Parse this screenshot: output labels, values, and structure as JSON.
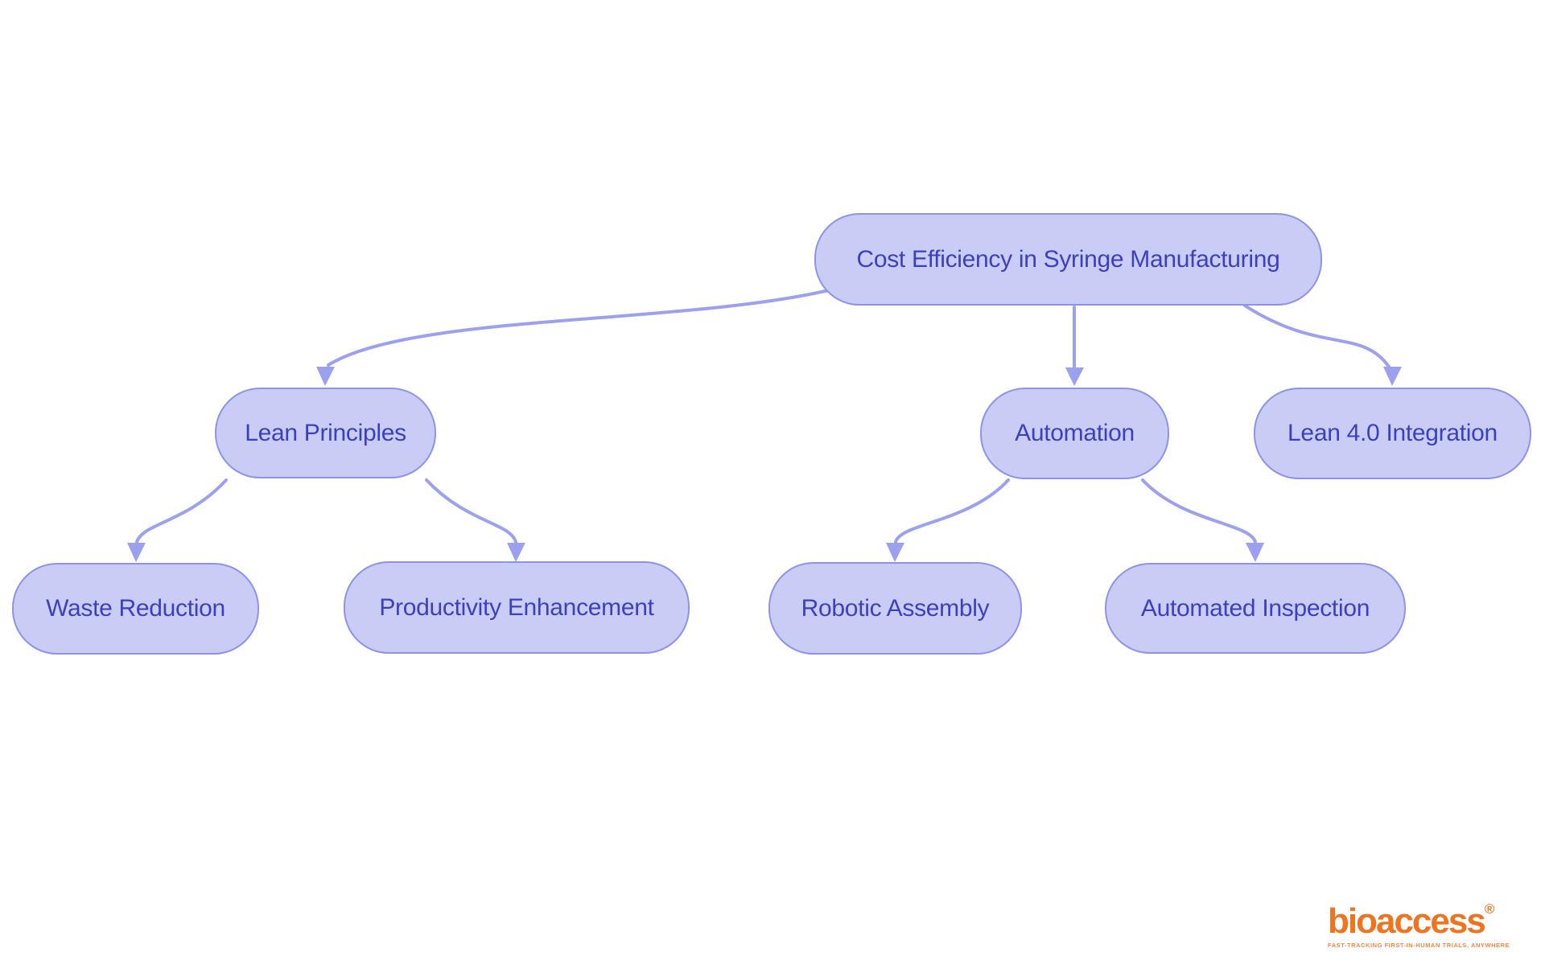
{
  "flowchart": {
    "nodes": {
      "root": {
        "label": "Cost Efficiency in Syringe Manufacturing"
      },
      "lean_principles": {
        "label": "Lean Principles"
      },
      "automation": {
        "label": "Automation"
      },
      "lean_integration": {
        "label": "Lean 4.0 Integration"
      },
      "waste_reduction": {
        "label": "Waste Reduction"
      },
      "productivity_enhancement": {
        "label": "Productivity Enhancement"
      },
      "robotic_assembly": {
        "label": "Robotic Assembly"
      },
      "automated_inspection": {
        "label": "Automated Inspection"
      }
    },
    "edges": [
      {
        "from": "Cost Efficiency in Syringe Manufacturing",
        "to": "Lean Principles"
      },
      {
        "from": "Cost Efficiency in Syringe Manufacturing",
        "to": "Automation"
      },
      {
        "from": "Cost Efficiency in Syringe Manufacturing",
        "to": "Lean 4.0 Integration"
      },
      {
        "from": "Lean Principles",
        "to": "Waste Reduction"
      },
      {
        "from": "Lean Principles",
        "to": "Productivity Enhancement"
      },
      {
        "from": "Automation",
        "to": "Robotic Assembly"
      },
      {
        "from": "Automation",
        "to": "Automated Inspection"
      }
    ],
    "colors": {
      "background": "#ffffff",
      "node_fill": "#c9ccf5",
      "node_border": "#8e93e9",
      "edge": "#9ba1ef",
      "node_text": "#3d3fc1"
    }
  },
  "logo": {
    "brand": "bioaccess",
    "registered_mark": "®",
    "tagline": "FAST-TRACKING FIRST-IN-HUMAN TRIALS, ANYWHERE",
    "color": "#ee7420"
  }
}
